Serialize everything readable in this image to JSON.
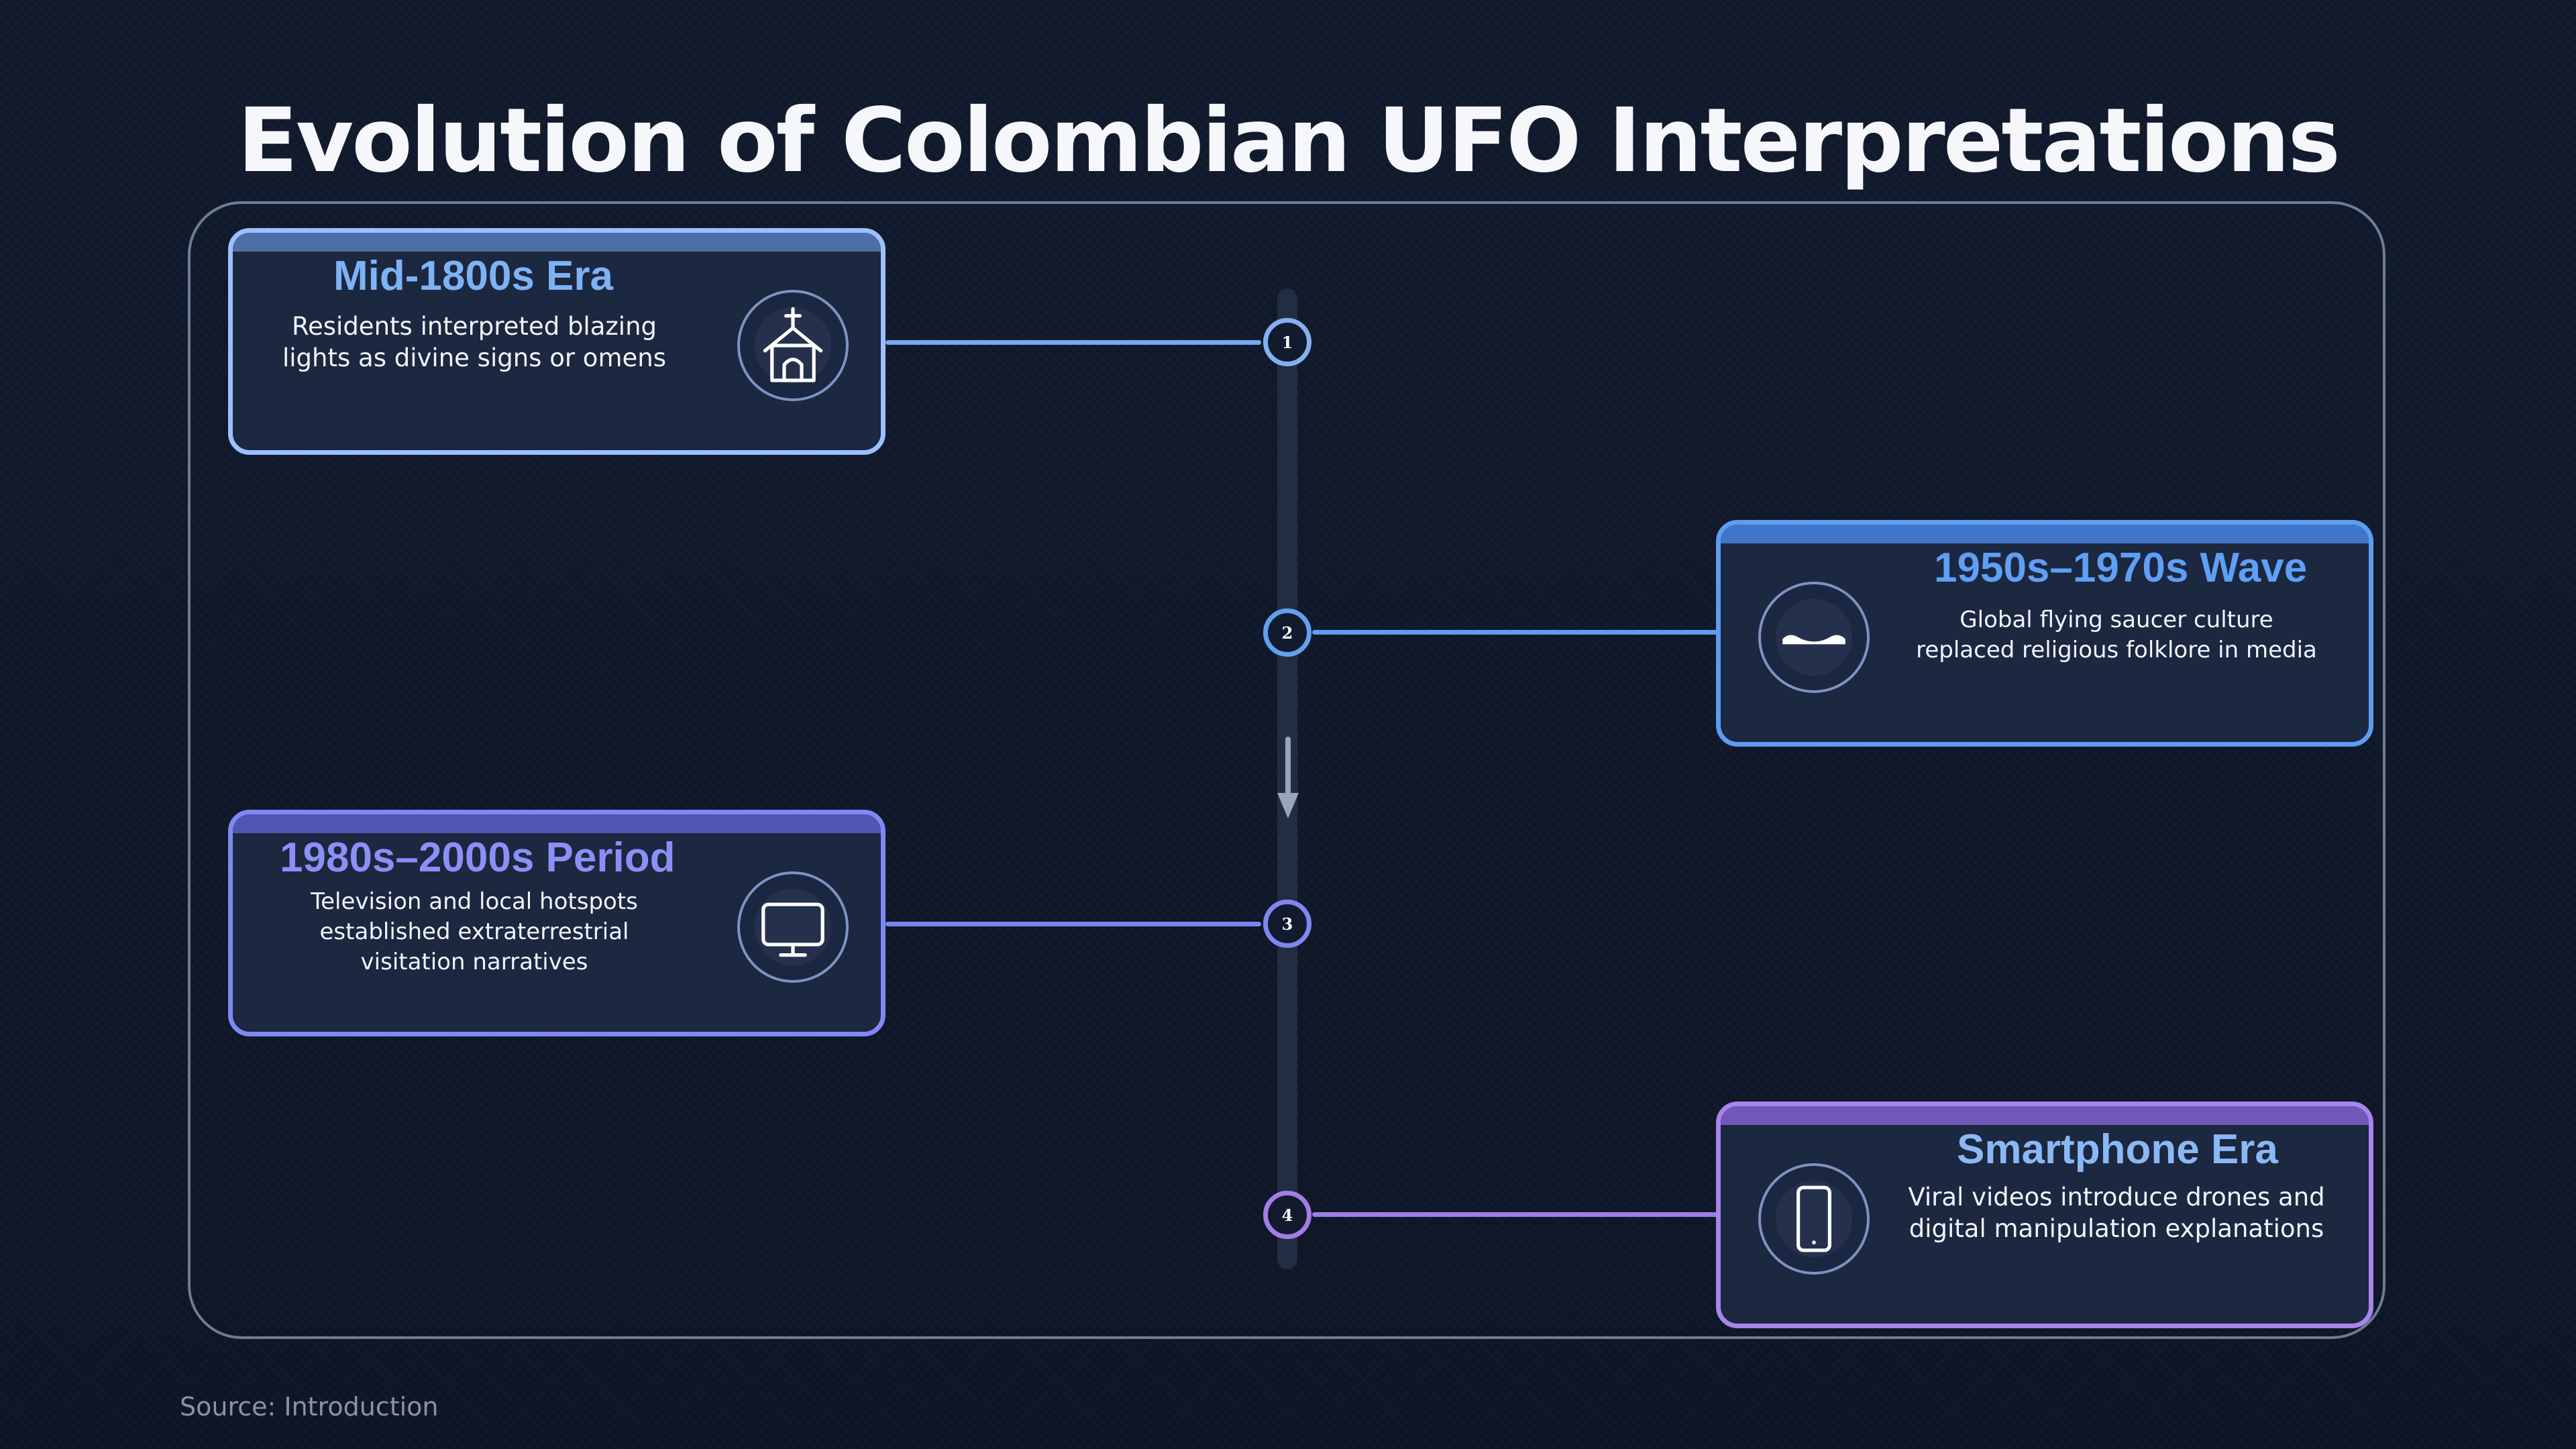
{
  "title": "Evolution of Colombian UFO Interpretations",
  "source": "Source: Introduction",
  "colors": {
    "background": "#0f172a",
    "card_fill": "#1c2740",
    "blue_light": "#8fb6ff",
    "blue": "#5b9bf0",
    "indigo": "#7f86f0",
    "violet": "#a57de6",
    "title_blue": "#7db3f5",
    "title_indigo": "#8c8ff5"
  },
  "stages": [
    {
      "number": "1",
      "title": "Mid-1800s Era",
      "description_lines": [
        "Residents interpreted blazing",
        "lights as divine signs or omens"
      ],
      "icon": "church-icon",
      "side": "left"
    },
    {
      "number": "2",
      "title": "1950s–1970s Wave",
      "description_lines": [
        "Global flying saucer culture",
        "replaced religious folklore in media"
      ],
      "icon": "flying-saucer-icon",
      "side": "right"
    },
    {
      "number": "3",
      "title": "1980s–2000s Period",
      "description_lines": [
        "Television and local hotspots",
        "established extraterrestrial",
        "visitation narratives"
      ],
      "icon": "television-icon",
      "side": "left"
    },
    {
      "number": "4",
      "title": "Smartphone Era",
      "description_lines": [
        "Viral videos introduce drones and",
        "digital manipulation explanations"
      ],
      "icon": "smartphone-icon",
      "side": "right"
    }
  ]
}
